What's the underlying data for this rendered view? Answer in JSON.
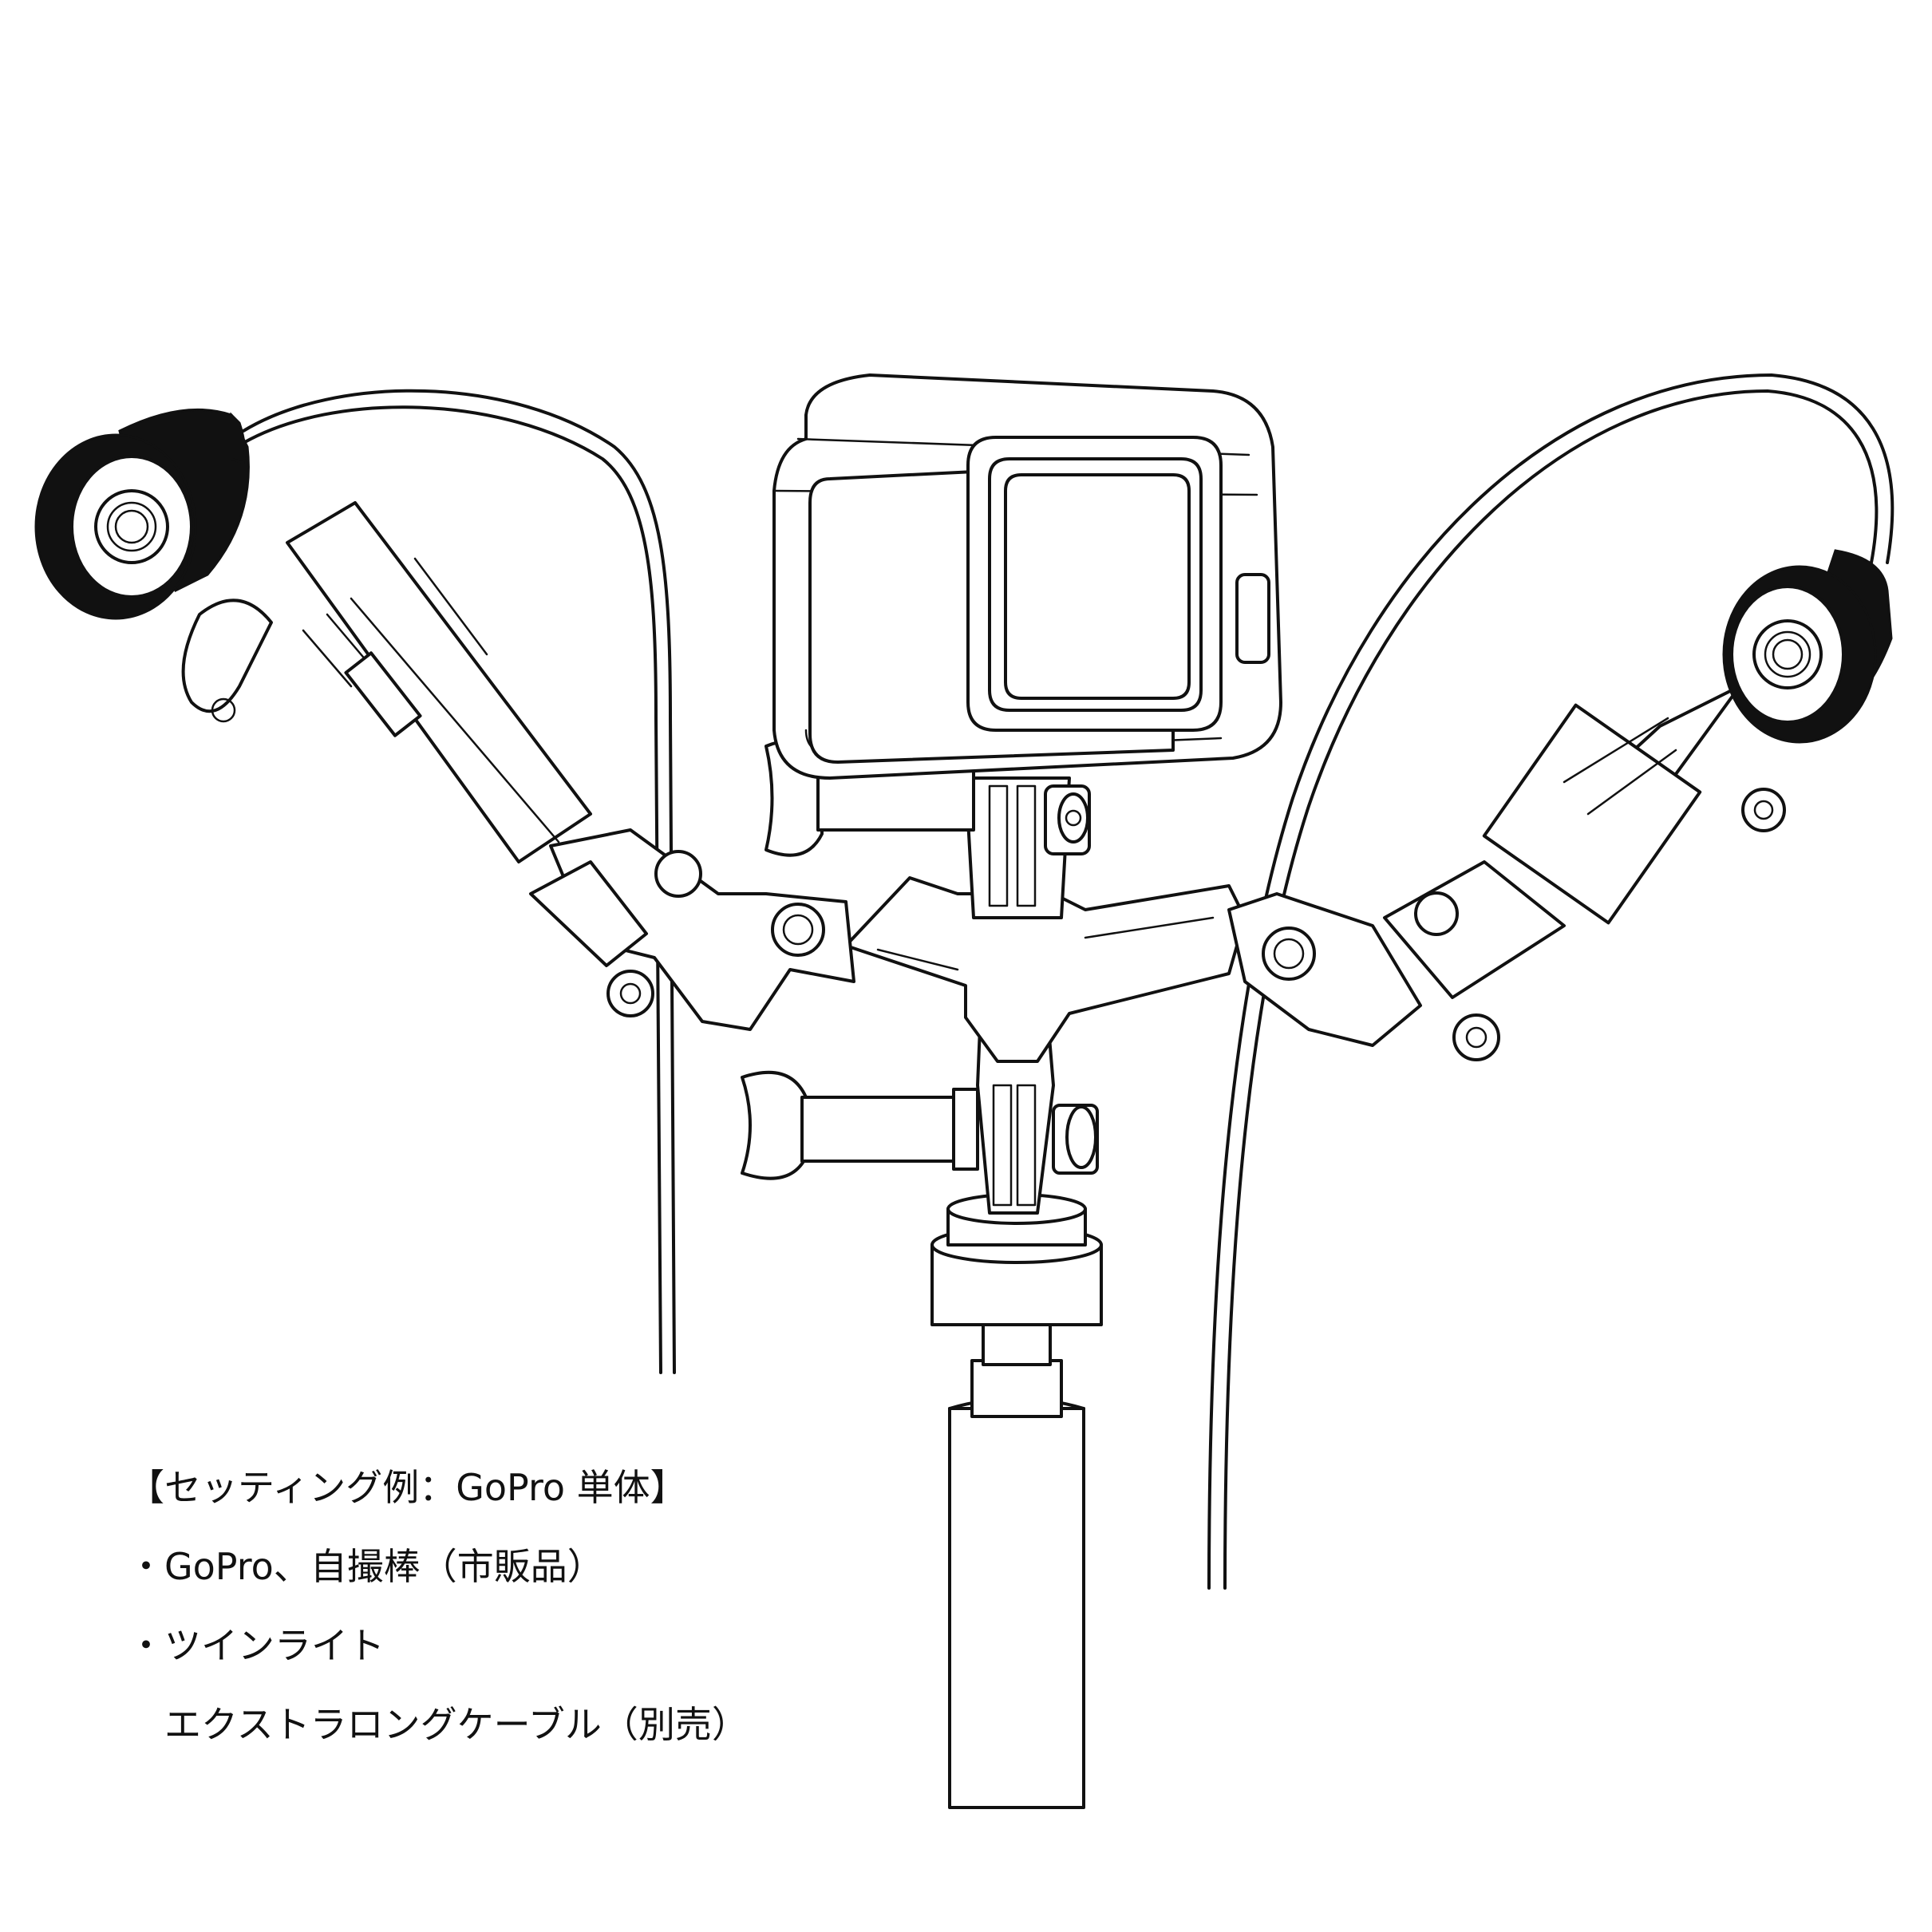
{
  "caption": {
    "heading": "【セッティング例：GoPro 単体】",
    "item1": "・GoPro、自撮棒（市販品）",
    "item2": "・ツインライト",
    "item2_cont": "　エクストラロングケーブル（別売）"
  },
  "colors": {
    "line": "#111111",
    "background": "#ffffff"
  },
  "icons": [
    "gopro-camera-icon",
    "video-light-icon",
    "selfie-stick-icon",
    "extension-arm-icon",
    "light-cable-icon"
  ]
}
